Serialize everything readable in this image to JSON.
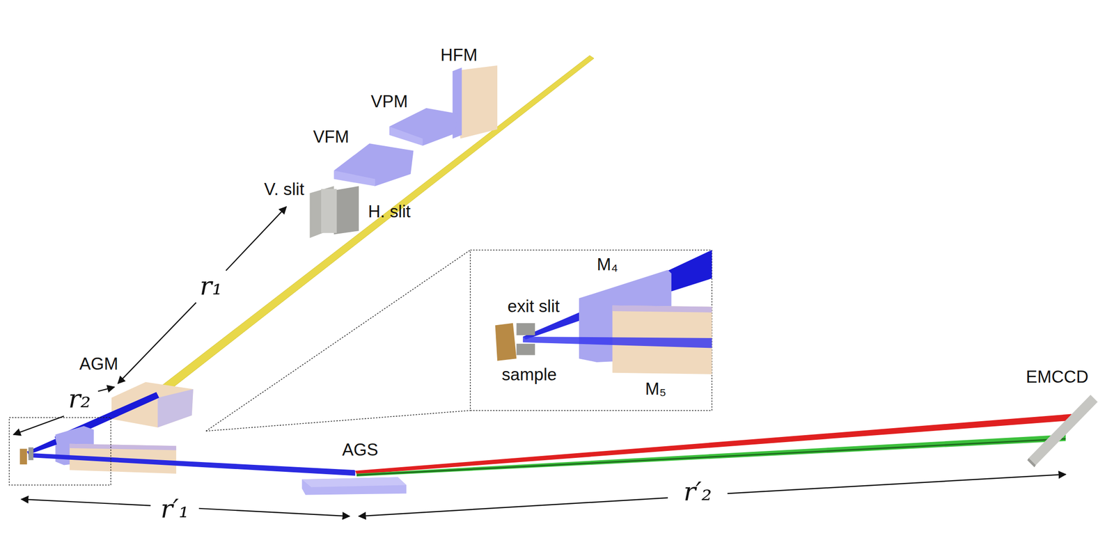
{
  "diagram": {
    "labels": [
      "HFM",
      "VPM",
      "VFM",
      "V. slit",
      "H. slit",
      "r₁",
      "AGM",
      "r₂",
      "M₄",
      "exit slit",
      "sample",
      "M₅",
      "AGS",
      "EMCCD",
      "r′₁",
      "r′₂"
    ]
  }
}
